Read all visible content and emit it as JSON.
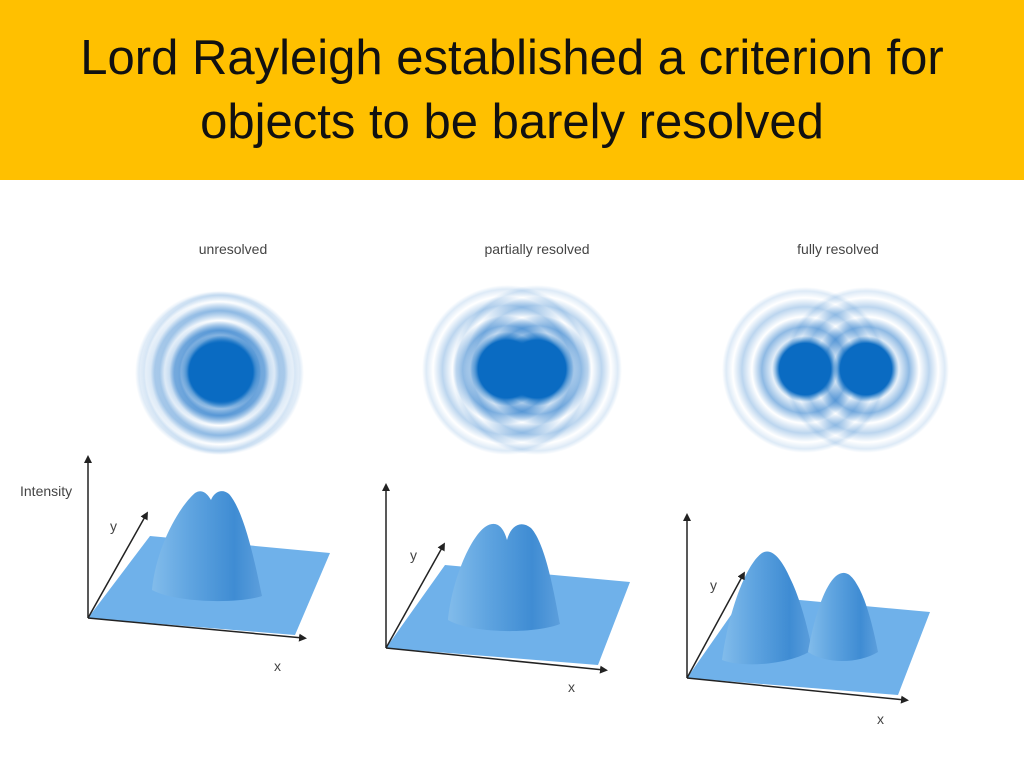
{
  "slide": {
    "title_line1": "Lord Rayleigh established a criterion for",
    "title_line2": "objects to be barely resolved"
  },
  "figure": {
    "panels": [
      {
        "label": "unresolved"
      },
      {
        "label": "partially resolved"
      },
      {
        "label": "fully resolved"
      }
    ],
    "axis": {
      "intensity": "Intensity",
      "x": "x",
      "y": "y"
    }
  },
  "colors": {
    "title_bar": "#FFC000",
    "disk": "#0A6BC2",
    "ring": "#1E74C8",
    "surface": "#6FB1EA",
    "peak": "#4E9BDD"
  }
}
